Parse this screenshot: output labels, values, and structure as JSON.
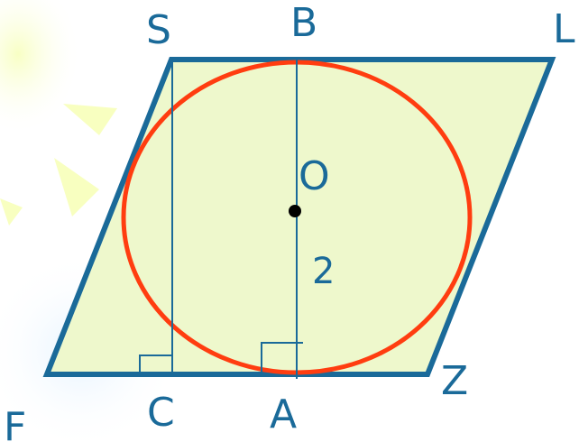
{
  "figure": {
    "vertices": {
      "S": "S",
      "B": "B",
      "L": "L",
      "F": "F",
      "C": "C",
      "A": "A",
      "Z": "Z",
      "O": "O"
    },
    "radius_label": "2",
    "colors": {
      "outline": "#1a6a99",
      "fill": "#eef8cc",
      "circle": "#ff3d10",
      "label": "#1a6a99",
      "center_dot": "#000000",
      "background_glow_yellow": "#f6ffb0",
      "background_glow_blue": "#dff0ff"
    }
  }
}
